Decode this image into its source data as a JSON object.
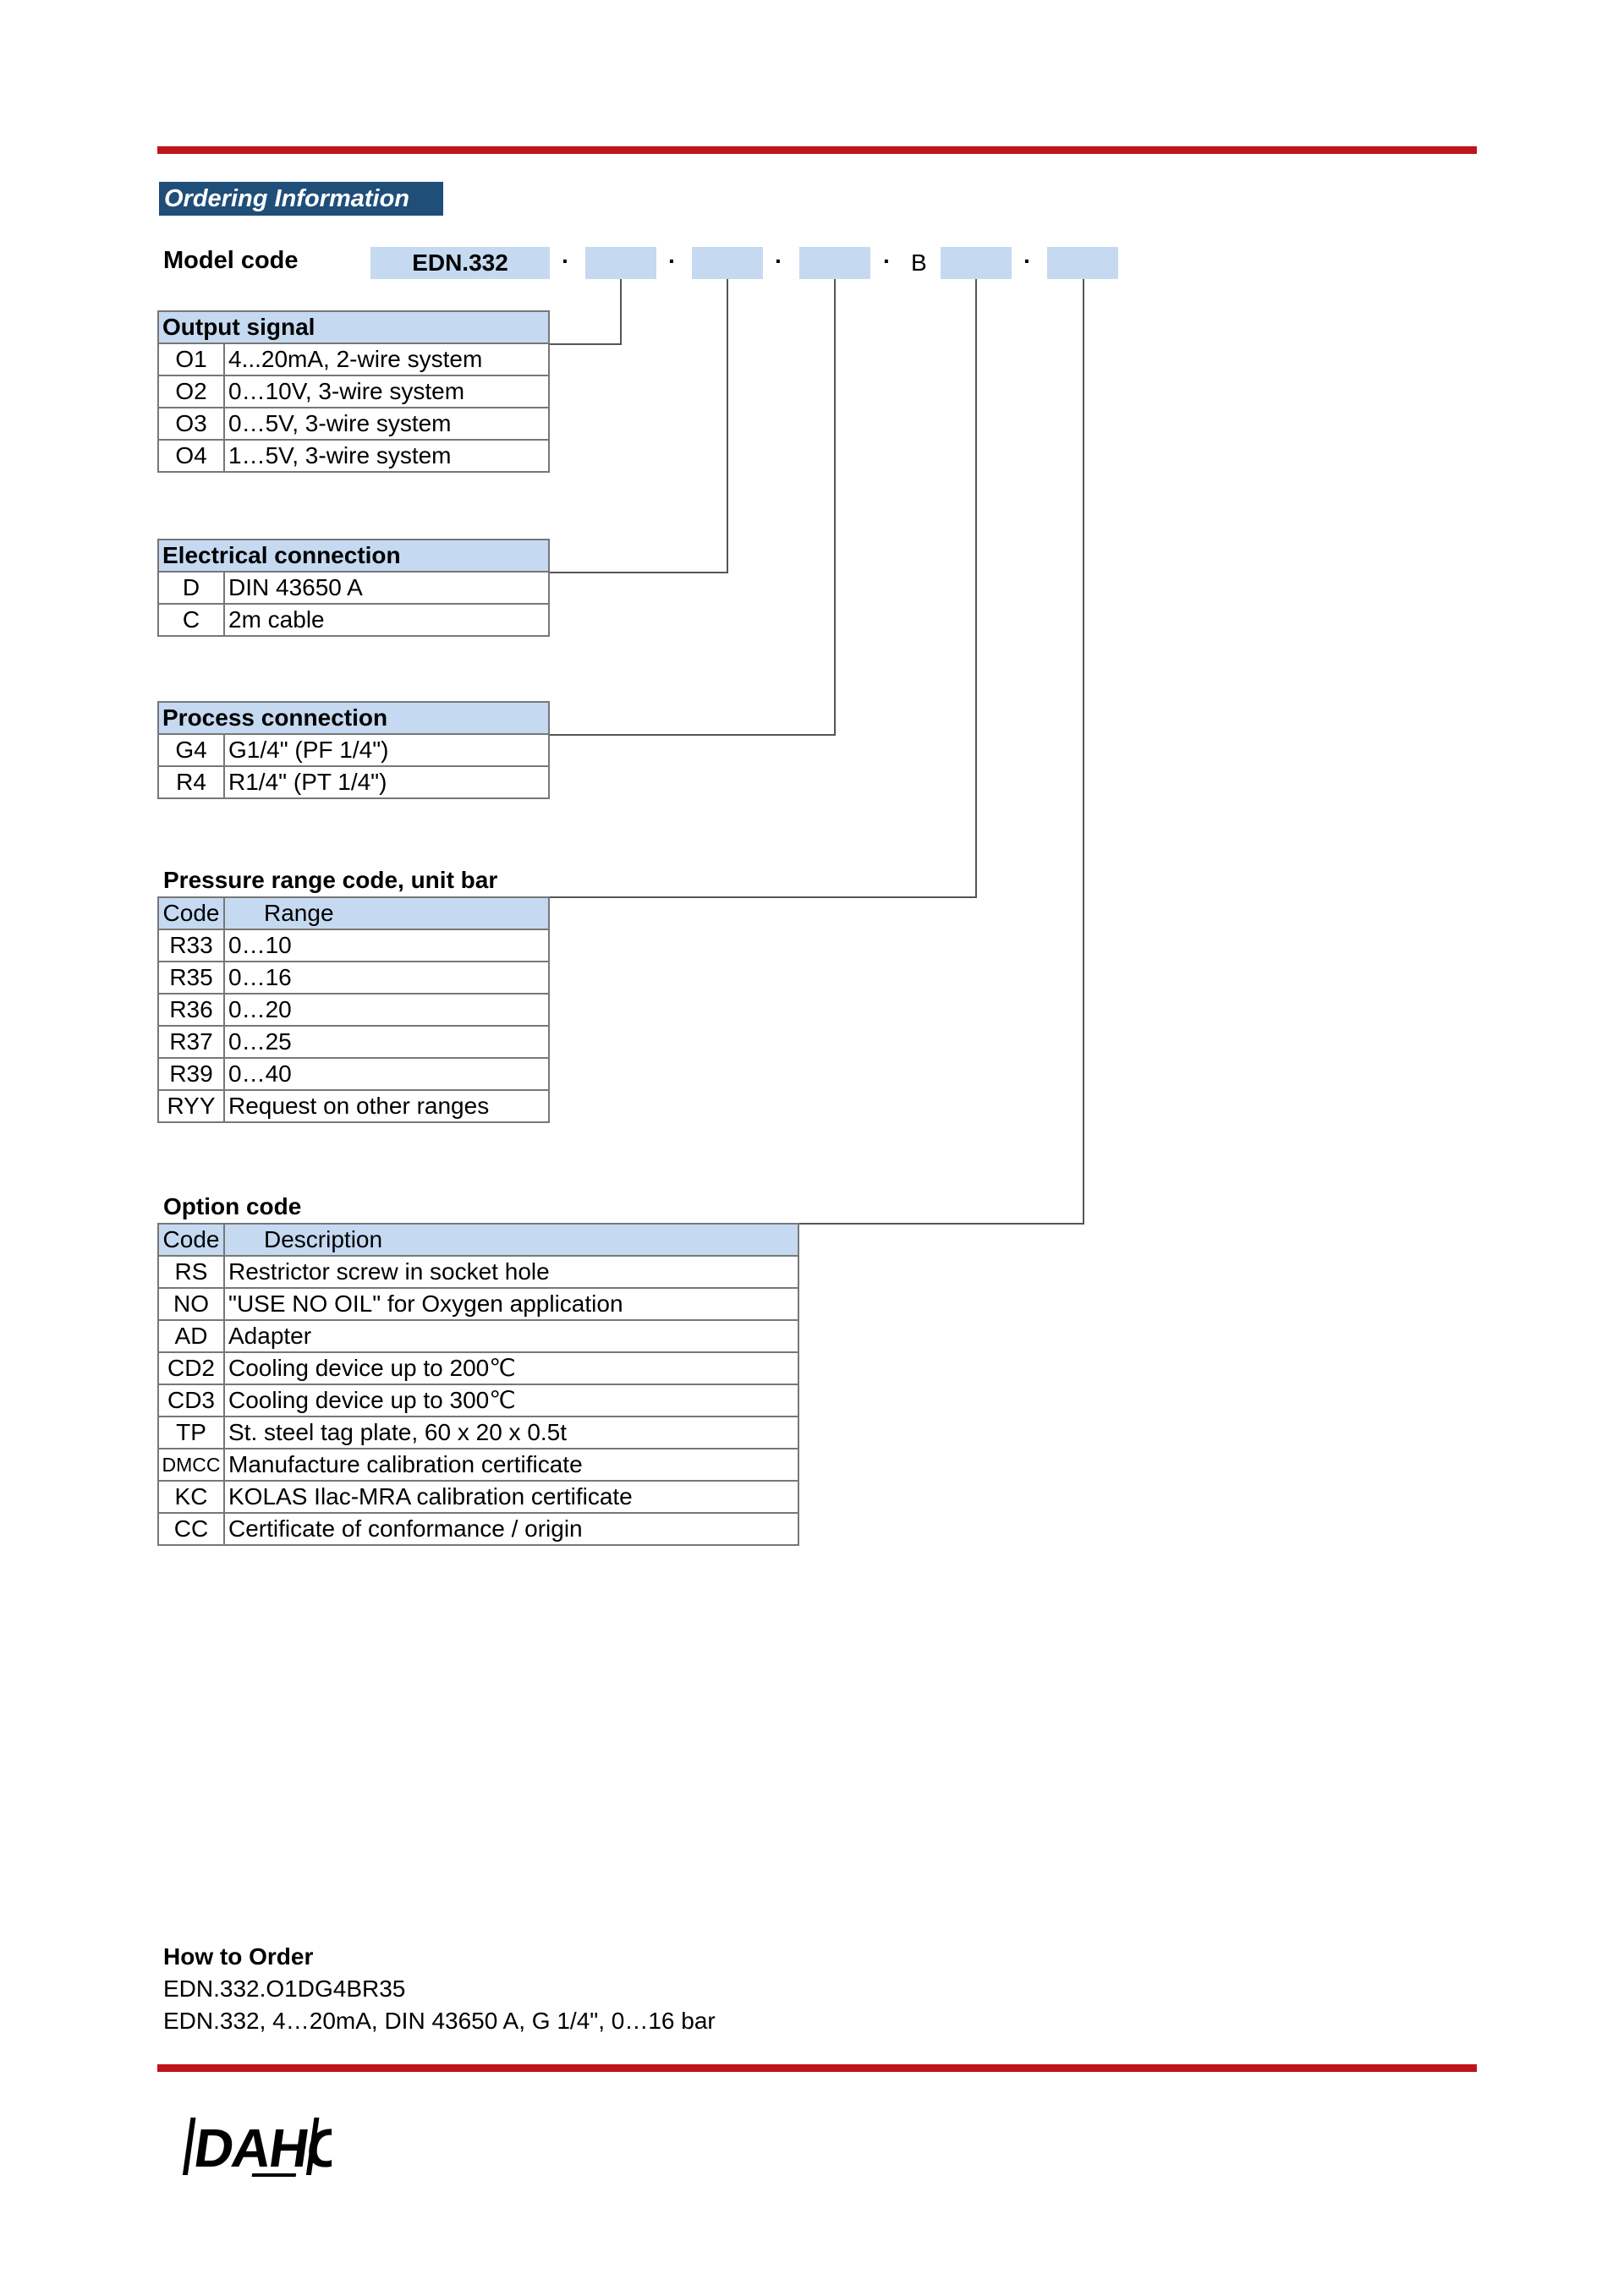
{
  "section_title": "Ordering Information",
  "model": {
    "label": "Model code",
    "code": "EDN.332",
    "separator": "·",
    "fixed_letter": "B"
  },
  "output_signal": {
    "title": "Output signal",
    "rows": [
      {
        "code": "O1",
        "desc": "4...20mA, 2-wire system"
      },
      {
        "code": "O2",
        "desc": "0…10V, 3-wire system"
      },
      {
        "code": "O3",
        "desc": "0…5V, 3-wire system"
      },
      {
        "code": "O4",
        "desc": "1…5V, 3-wire system"
      }
    ]
  },
  "electrical_connection": {
    "title": "Electrical connection",
    "rows": [
      {
        "code": "D",
        "desc": "DIN 43650 A"
      },
      {
        "code": "C",
        "desc": "2m cable"
      }
    ]
  },
  "process_connection": {
    "title": "Process connection",
    "rows": [
      {
        "code": "G4",
        "desc": "G1/4\" (PF 1/4\")"
      },
      {
        "code": "R4",
        "desc": "R1/4\" (PT 1/4\")"
      }
    ]
  },
  "pressure_range": {
    "title": "Pressure range code, unit bar",
    "col_code": "Code",
    "col_desc": "Range",
    "rows": [
      {
        "code": "R33",
        "desc": "0…10"
      },
      {
        "code": "R35",
        "desc": "0…16"
      },
      {
        "code": "R36",
        "desc": "0…20"
      },
      {
        "code": "R37",
        "desc": "0…25"
      },
      {
        "code": "R39",
        "desc": "0…40"
      },
      {
        "code": "RYY",
        "desc": "Request on other ranges"
      }
    ]
  },
  "option_code": {
    "title": "Option code",
    "col_code": "Code",
    "col_desc": "Description",
    "rows": [
      {
        "code": "RS",
        "desc": "Restrictor screw in socket hole"
      },
      {
        "code": "NO",
        "desc": "\"USE NO OIL\" for Oxygen application"
      },
      {
        "code": "AD",
        "desc": "Adapter"
      },
      {
        "code": "CD2",
        "desc": "Cooling device up to 200℃"
      },
      {
        "code": "CD3",
        "desc": "Cooling device up to 300℃"
      },
      {
        "code": "TP",
        "desc": "St. steel tag plate, 60 x 20 x 0.5t"
      },
      {
        "code": "DMCC",
        "desc": "Manufacture calibration certificate"
      },
      {
        "code": "KC",
        "desc": "KOLAS Ilac-MRA calibration certificate"
      },
      {
        "code": "CC",
        "desc": "Certificate of conformance / origin"
      }
    ]
  },
  "how_to_order": {
    "title": "How to Order",
    "example_code": "EDN.332.O1DG4BR35",
    "example_desc": "EDN.332, 4…20mA, DIN 43650 A, G 1/4\", 0…16 bar"
  },
  "logo": {
    "text": "DAHO"
  }
}
